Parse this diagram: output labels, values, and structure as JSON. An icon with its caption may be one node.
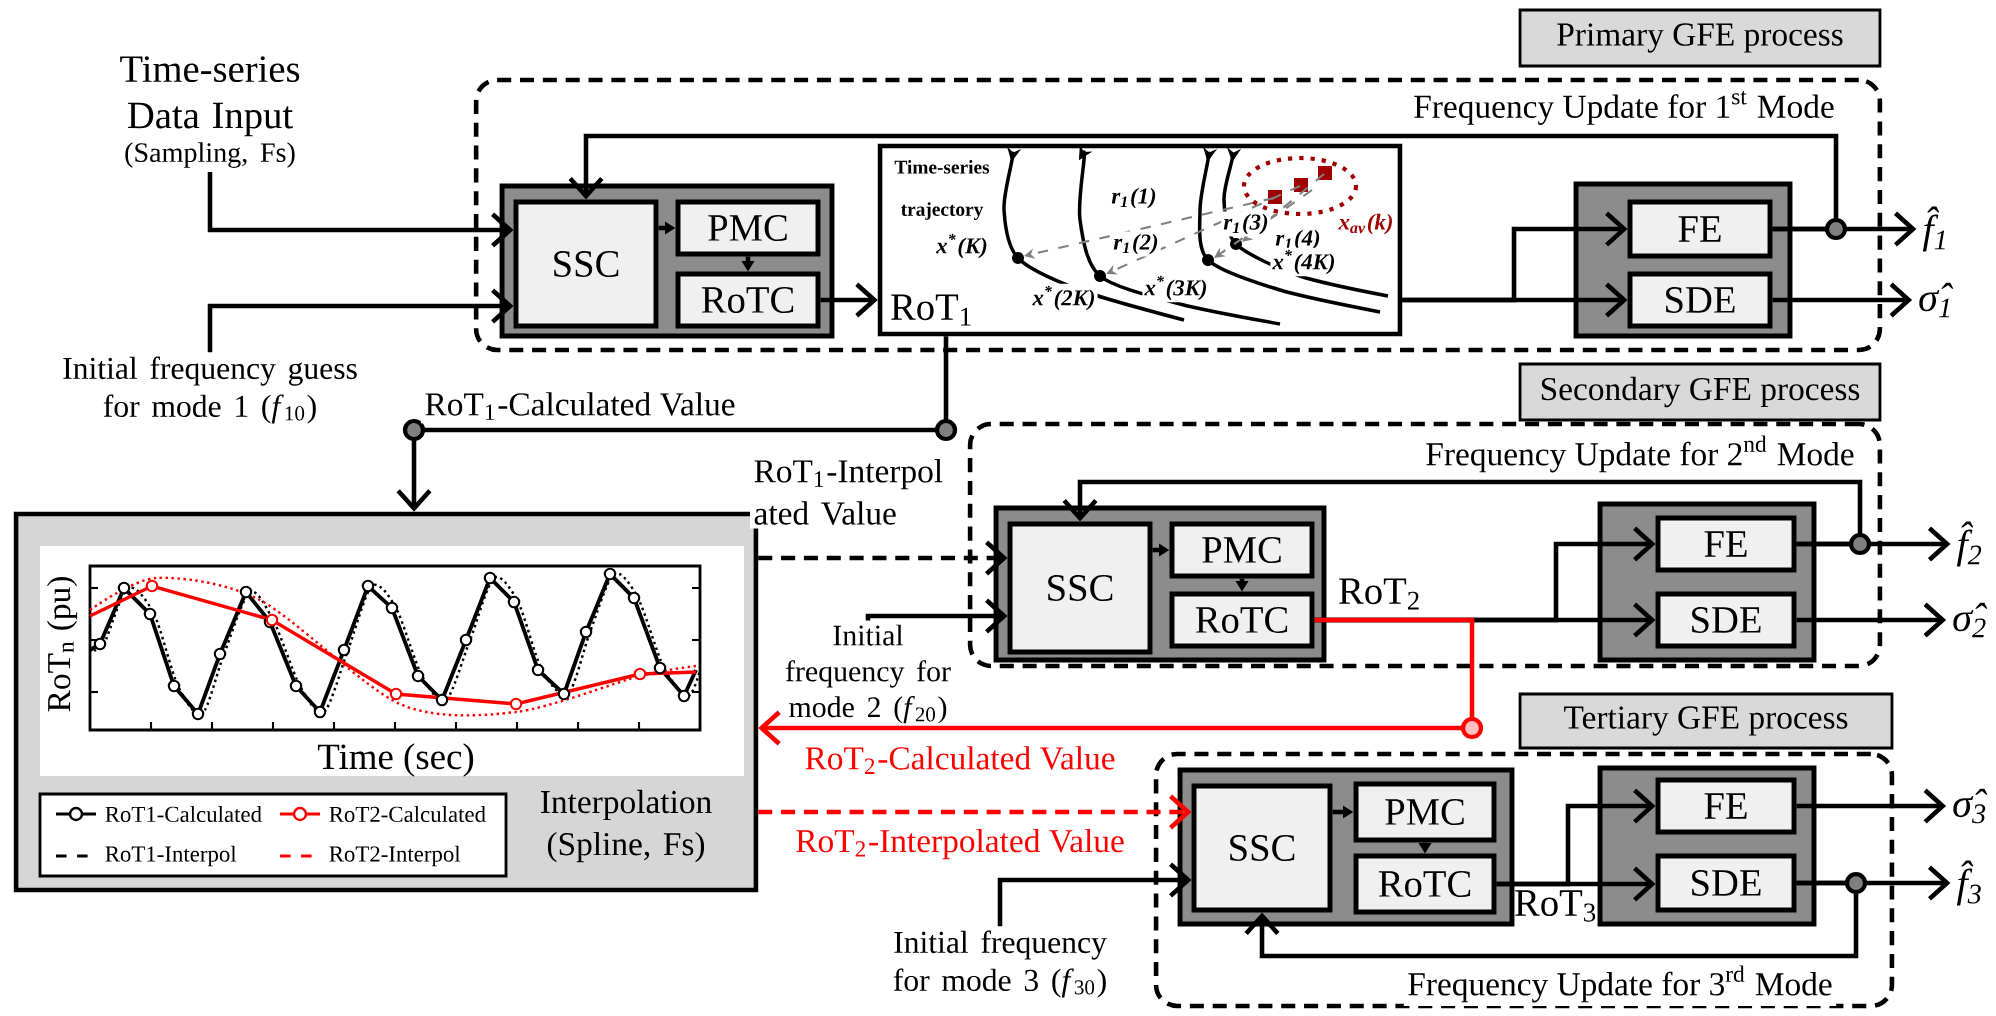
{
  "diagram": {
    "nodes": [
      {
        "text": [
          "Primary GFE process"
        ]
      },
      {
        "text": [
          "Time-series Data Input",
          "(Sampling, Fs)"
        ]
      },
      {
        "text": [],
        "shape": "box"
      },
      {
        "text": [],
        "shape": "box",
        "in": 2
      },
      {
        "text": [
          "SSC"
        ],
        "in": 3
      },
      {
        "text": [
          "PMC"
        ],
        "in": 3
      },
      {
        "text": [
          "RoTC"
        ],
        "in": 3
      },
      {
        "text": [
          "Time-series trajectory",
          "RoT$_{1}$"
        ],
        "in": 2
      },
      {
        "text": [],
        "shape": "box",
        "in": 2
      },
      {
        "text": [
          "FE"
        ],
        "in": 8
      },
      {
        "text": [
          "SDE"
        ],
        "in": 8
      },
      {
        "text": [
          "f̂$_{1}$"
        ]
      },
      {
        "text": [
          "σ̂$_{1}$"
        ]
      },
      {
        "text": [
          "Initial frequency guess for mode 1 (*f*$_{10}$)"
        ]
      },
      {
        "text": [
          "Secondary GFE process"
        ]
      },
      {
        "text": [
          "Interpolation (Spline, Fs)"
        ]
      },
      {
        "text": [],
        "shape": "box"
      },
      {
        "text": [],
        "shape": "box",
        "in": 16
      },
      {
        "text": [
          "SSC"
        ],
        "in": 17
      },
      {
        "text": [
          "PMC"
        ],
        "in": 17
      },
      {
        "text": [
          "RoTC"
        ],
        "in": 17
      },
      {
        "text": [],
        "shape": "box",
        "in": 16
      },
      {
        "text": [
          "FE"
        ],
        "in": 21
      },
      {
        "text": [
          "SDE"
        ],
        "in": 21
      },
      {
        "text": [
          "f̂$_{2}$"
        ]
      },
      {
        "text": [
          "σ̂$_{2}$"
        ]
      },
      {
        "text": [
          "Initial frequency for mode 2 (*f*$_{20}$)"
        ]
      },
      {
        "text": [
          "Tertiary GFE process"
        ]
      },
      {
        "text": [],
        "shape": "box"
      },
      {
        "text": [],
        "shape": "box",
        "in": 28
      },
      {
        "text": [
          "SSC"
        ],
        "in": 29
      },
      {
        "text": [
          "PMC"
        ],
        "in": 29
      },
      {
        "text": [
          "RoTC"
        ],
        "in": 29
      },
      {
        "text": [],
        "shape": "box",
        "in": 28
      },
      {
        "text": [
          "FE"
        ],
        "in": 33
      },
      {
        "text": [
          "SDE"
        ],
        "in": 33
      },
      {
        "text": [
          "σ̂$_{3}$"
        ]
      },
      {
        "text": [
          "f̂$_{3}$"
        ]
      },
      {
        "text": [
          "Initial frequency for mode 3 (*f*$_{30}$)"
        ]
      }
    ],
    "edges": [
      {
        "from": 1,
        "to": 4,
        "arrow": "to"
      },
      {
        "from": 13,
        "to": 4,
        "arrow": "to"
      },
      {
        "from": 4,
        "to": 5,
        "arrow": "to"
      },
      {
        "from": 5,
        "to": 6,
        "arrow": "to"
      },
      {
        "from": 6,
        "to": 7,
        "arrow": "to"
      },
      {
        "from": 7,
        "to": 9,
        "arrow": "to"
      },
      {
        "from": 7,
        "to": 10,
        "arrow": "to"
      },
      {
        "from": 9,
        "to": 11,
        "arrow": "to"
      },
      {
        "from": 10,
        "to": 12,
        "arrow": "to"
      },
      {
        "from": 9,
        "to": 4,
        "arrow": "to",
        "label": "Frequency Update for 1$^{st}$ Mode"
      },
      {
        "from": 7,
        "to": 15,
        "arrow": "to",
        "label": "RoT$_{1}$-Calculated Value"
      },
      {
        "from": 15,
        "to": 18,
        "arrow": "to",
        "style": "dashed",
        "label": "RoT$_{1}$-Interpol ated Value"
      },
      {
        "from": 26,
        "to": 18,
        "arrow": "to"
      },
      {
        "from": 18,
        "to": 19,
        "arrow": "to"
      },
      {
        "from": 19,
        "to": 20,
        "arrow": "to"
      },
      {
        "from": 20,
        "to": 22,
        "arrow": "to"
      },
      {
        "from": 20,
        "to": 23,
        "arrow": "to"
      },
      {
        "from": 22,
        "to": 24,
        "arrow": "to"
      },
      {
        "from": 23,
        "to": 25,
        "arrow": "to"
      },
      {
        "from": 22,
        "to": 18,
        "arrow": "to",
        "label": "Frequency Update for 2$^{nd}$ Mode"
      },
      {
        "from": 20,
        "to": 15,
        "arrow": "to",
        "color": "#ff0000",
        "label": "RoT$_{2}$-Calculated Value"
      },
      {
        "from": 15,
        "to": 30,
        "arrow": "to",
        "style": "dashed",
        "color": "#ff0000",
        "label": "RoT$_{2}$-Interpolated Value"
      },
      {
        "from": 38,
        "to": 30,
        "arrow": "to"
      },
      {
        "from": 30,
        "to": 31,
        "arrow": "to"
      },
      {
        "from": 31,
        "to": 32,
        "arrow": "to"
      },
      {
        "from": 32,
        "to": 34,
        "arrow": "to"
      },
      {
        "from": 32,
        "to": 35,
        "arrow": "to"
      },
      {
        "from": 34,
        "to": 36,
        "arrow": "to"
      },
      {
        "from": 35,
        "to": 37,
        "arrow": "to"
      },
      {
        "from": 35,
        "to": 30,
        "arrow": "to",
        "label": "Frequency Update for 3$^{rd}$ Mode"
      }
    ],
    "labels": [
      "x$^{*}$(K)",
      "r$_{1}$(1)",
      "r$_{1}$(2)",
      "r$_{1}$(3)",
      "r$_{1}$(4)",
      "x$_{av}$(k)",
      "x$^{*}$(4K)",
      "x$^{*}$(3K)",
      "x$^{*}$(2K)",
      "RoT$_{2}$",
      "RoT$_{n}$ (pu)",
      "Time (sec)",
      "RoT$_{3}$"
    ],
    "legend": [
      {
        "text": "RoT1-Calculated"
      },
      {
        "text": "RoT2-Calculated"
      },
      {
        "text": "RoT1-Interpol"
      },
      {
        "text": "RoT2-Interpol"
      }
    ]
  }
}
